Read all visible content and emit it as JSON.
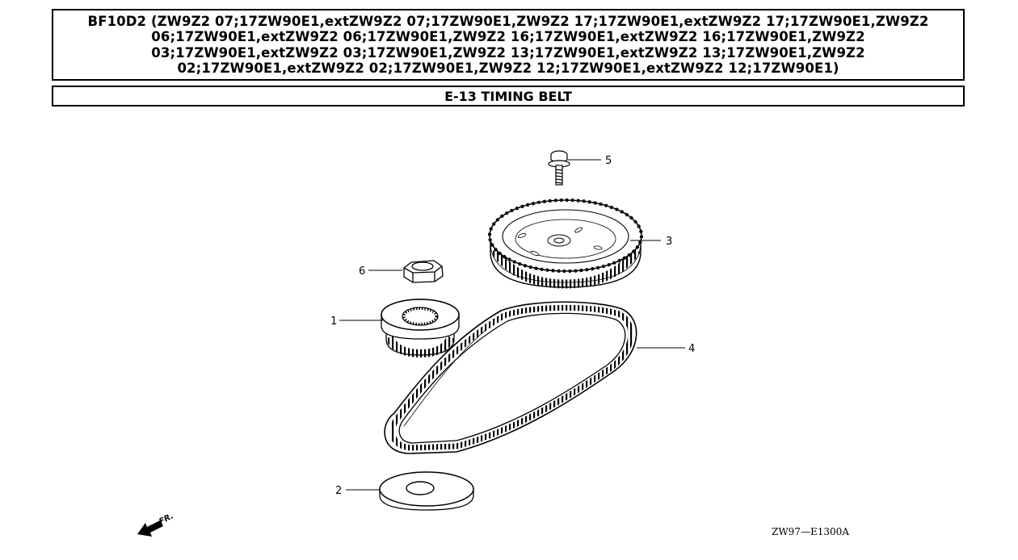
{
  "header": {
    "title": "BF10D2 (ZW9Z2 07;17ZW90E1,extZW9Z2 07;17ZW90E1,ZW9Z2 17;17ZW90E1,extZW9Z2 17;17ZW90E1,ZW9Z2 06;17ZW90E1,extZW9Z2 06;17ZW90E1,ZW9Z2 16;17ZW90E1,extZW9Z2 16;17ZW90E1,ZW9Z2 03;17ZW90E1,extZW9Z2 03;17ZW90E1,ZW9Z2 13;17ZW90E1,extZW9Z2 13;17ZW90E1,ZW9Z2 02;17ZW90E1,extZW9Z2 02;17ZW90E1,ZW9Z2 12;17ZW90E1,extZW9Z2 12;17ZW90E1)",
    "section": "E-13 TIMING BELT"
  },
  "diagram": {
    "callouts": {
      "c1": "1",
      "c2": "2",
      "c3": "3",
      "c4": "4",
      "c5": "5",
      "c6": "6"
    },
    "reference_code": "ZW97—E1300A",
    "direction_marker": "FR."
  }
}
